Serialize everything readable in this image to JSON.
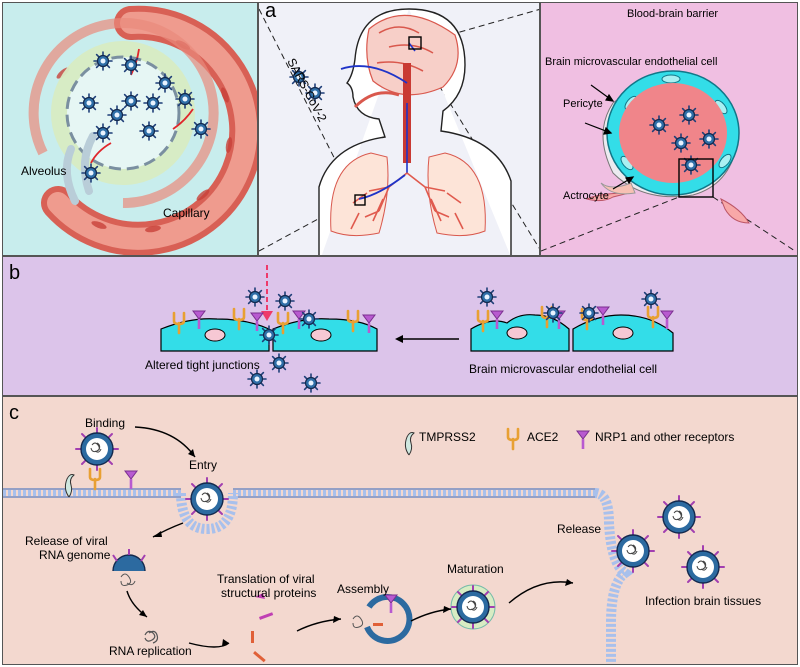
{
  "colors": {
    "alveolus_bg": "#c8eded",
    "body_bg": "#f0f1f8",
    "bbb_bg": "#f0bfe2",
    "panel_b_bg": "#dcc4ea",
    "panel_c_bg": "#f3d8cf",
    "cell_cyan": "#33dde8",
    "vessel_red": "#e8847c",
    "virus_blue": "#1f3f78",
    "ace2": "#e8a033",
    "nrp1": "#b85ad0"
  },
  "panel_a": {
    "label": "a",
    "alveolus_label": "Alveolus",
    "capillary_label": "Capillary",
    "virus_route_label": "SARS-CoV-2",
    "bbb_title": "Blood-brain barrier",
    "endothelial_label": "Brain microvascular endothelial cell",
    "pericyte_label": "Pericyte",
    "astrocyte_label": "Actrocyte"
  },
  "panel_b": {
    "label": "b",
    "left_caption": "Altered tight junctions",
    "right_caption": "Brain microvascular endothelial cell"
  },
  "panel_c": {
    "label": "c",
    "legend": [
      {
        "label": "TMPRSS2",
        "icon": "tmprss2-icon"
      },
      {
        "label": "ACE2",
        "icon": "ace2-icon"
      },
      {
        "label": "NRP1 and other receptors",
        "icon": "nrp1-icon"
      }
    ],
    "steps": {
      "binding": "Binding",
      "entry": "Entry",
      "release_genome_line1": "Release of viral",
      "release_genome_line2": "RNA genome",
      "rna_replication": "RNA replication",
      "translation_line1": "Translation of viral",
      "translation_line2": "structural proteins",
      "assembly": "Assembly",
      "maturation": "Maturation",
      "release": "Release",
      "infection": "Infection brain tissues"
    }
  }
}
